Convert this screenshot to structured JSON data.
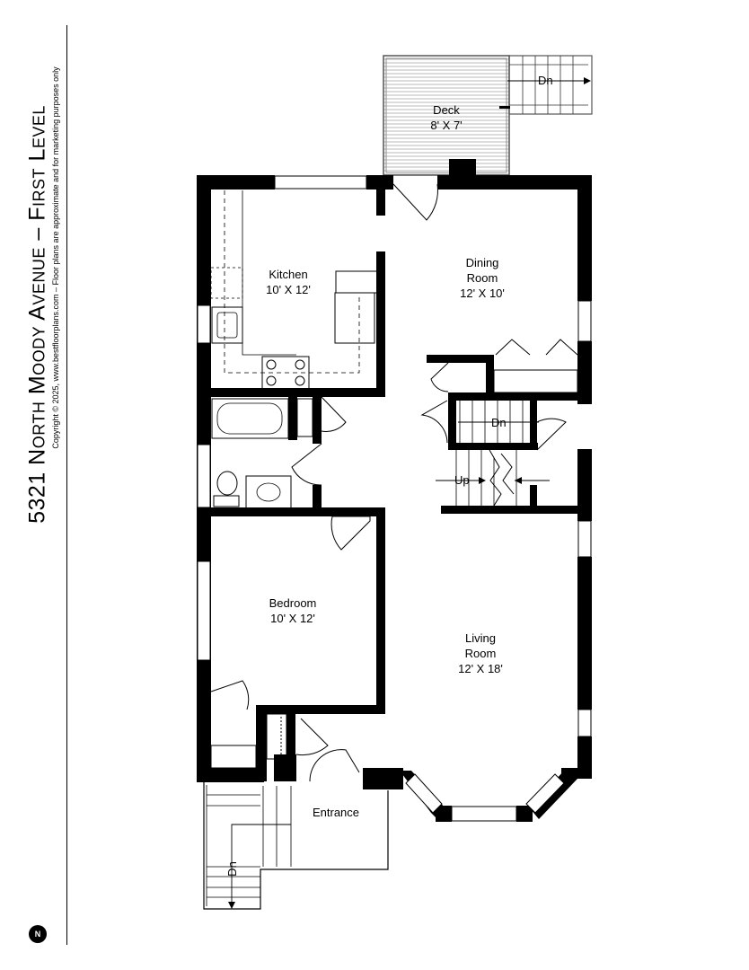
{
  "header": {
    "title_address": "5321 North Moody Avenue",
    "title_dash": "–",
    "title_level": "First Level",
    "copyright": "Copyright © 2025,  www.bestfloorplans.com – Floor plans are approximate and for marketing purposes only",
    "compass_label": "N"
  },
  "rooms": {
    "deck": {
      "name": "Deck",
      "size": "8' X 7'"
    },
    "kitchen": {
      "name": "Kitchen",
      "size": "10' X 12'"
    },
    "dining": {
      "name_line1": "Dining",
      "name_line2": "Room",
      "size": "12' X 10'"
    },
    "bedroom": {
      "name": "Bedroom",
      "size": "10' X 12'"
    },
    "living": {
      "name_line1": "Living",
      "name_line2": "Room",
      "size": "12' X 18'"
    },
    "entrance": {
      "name": "Entrance"
    }
  },
  "stairs": {
    "deck_down": "Dn",
    "interior_down": "Dn",
    "interior_up": "Up",
    "front_down": "Dn"
  }
}
